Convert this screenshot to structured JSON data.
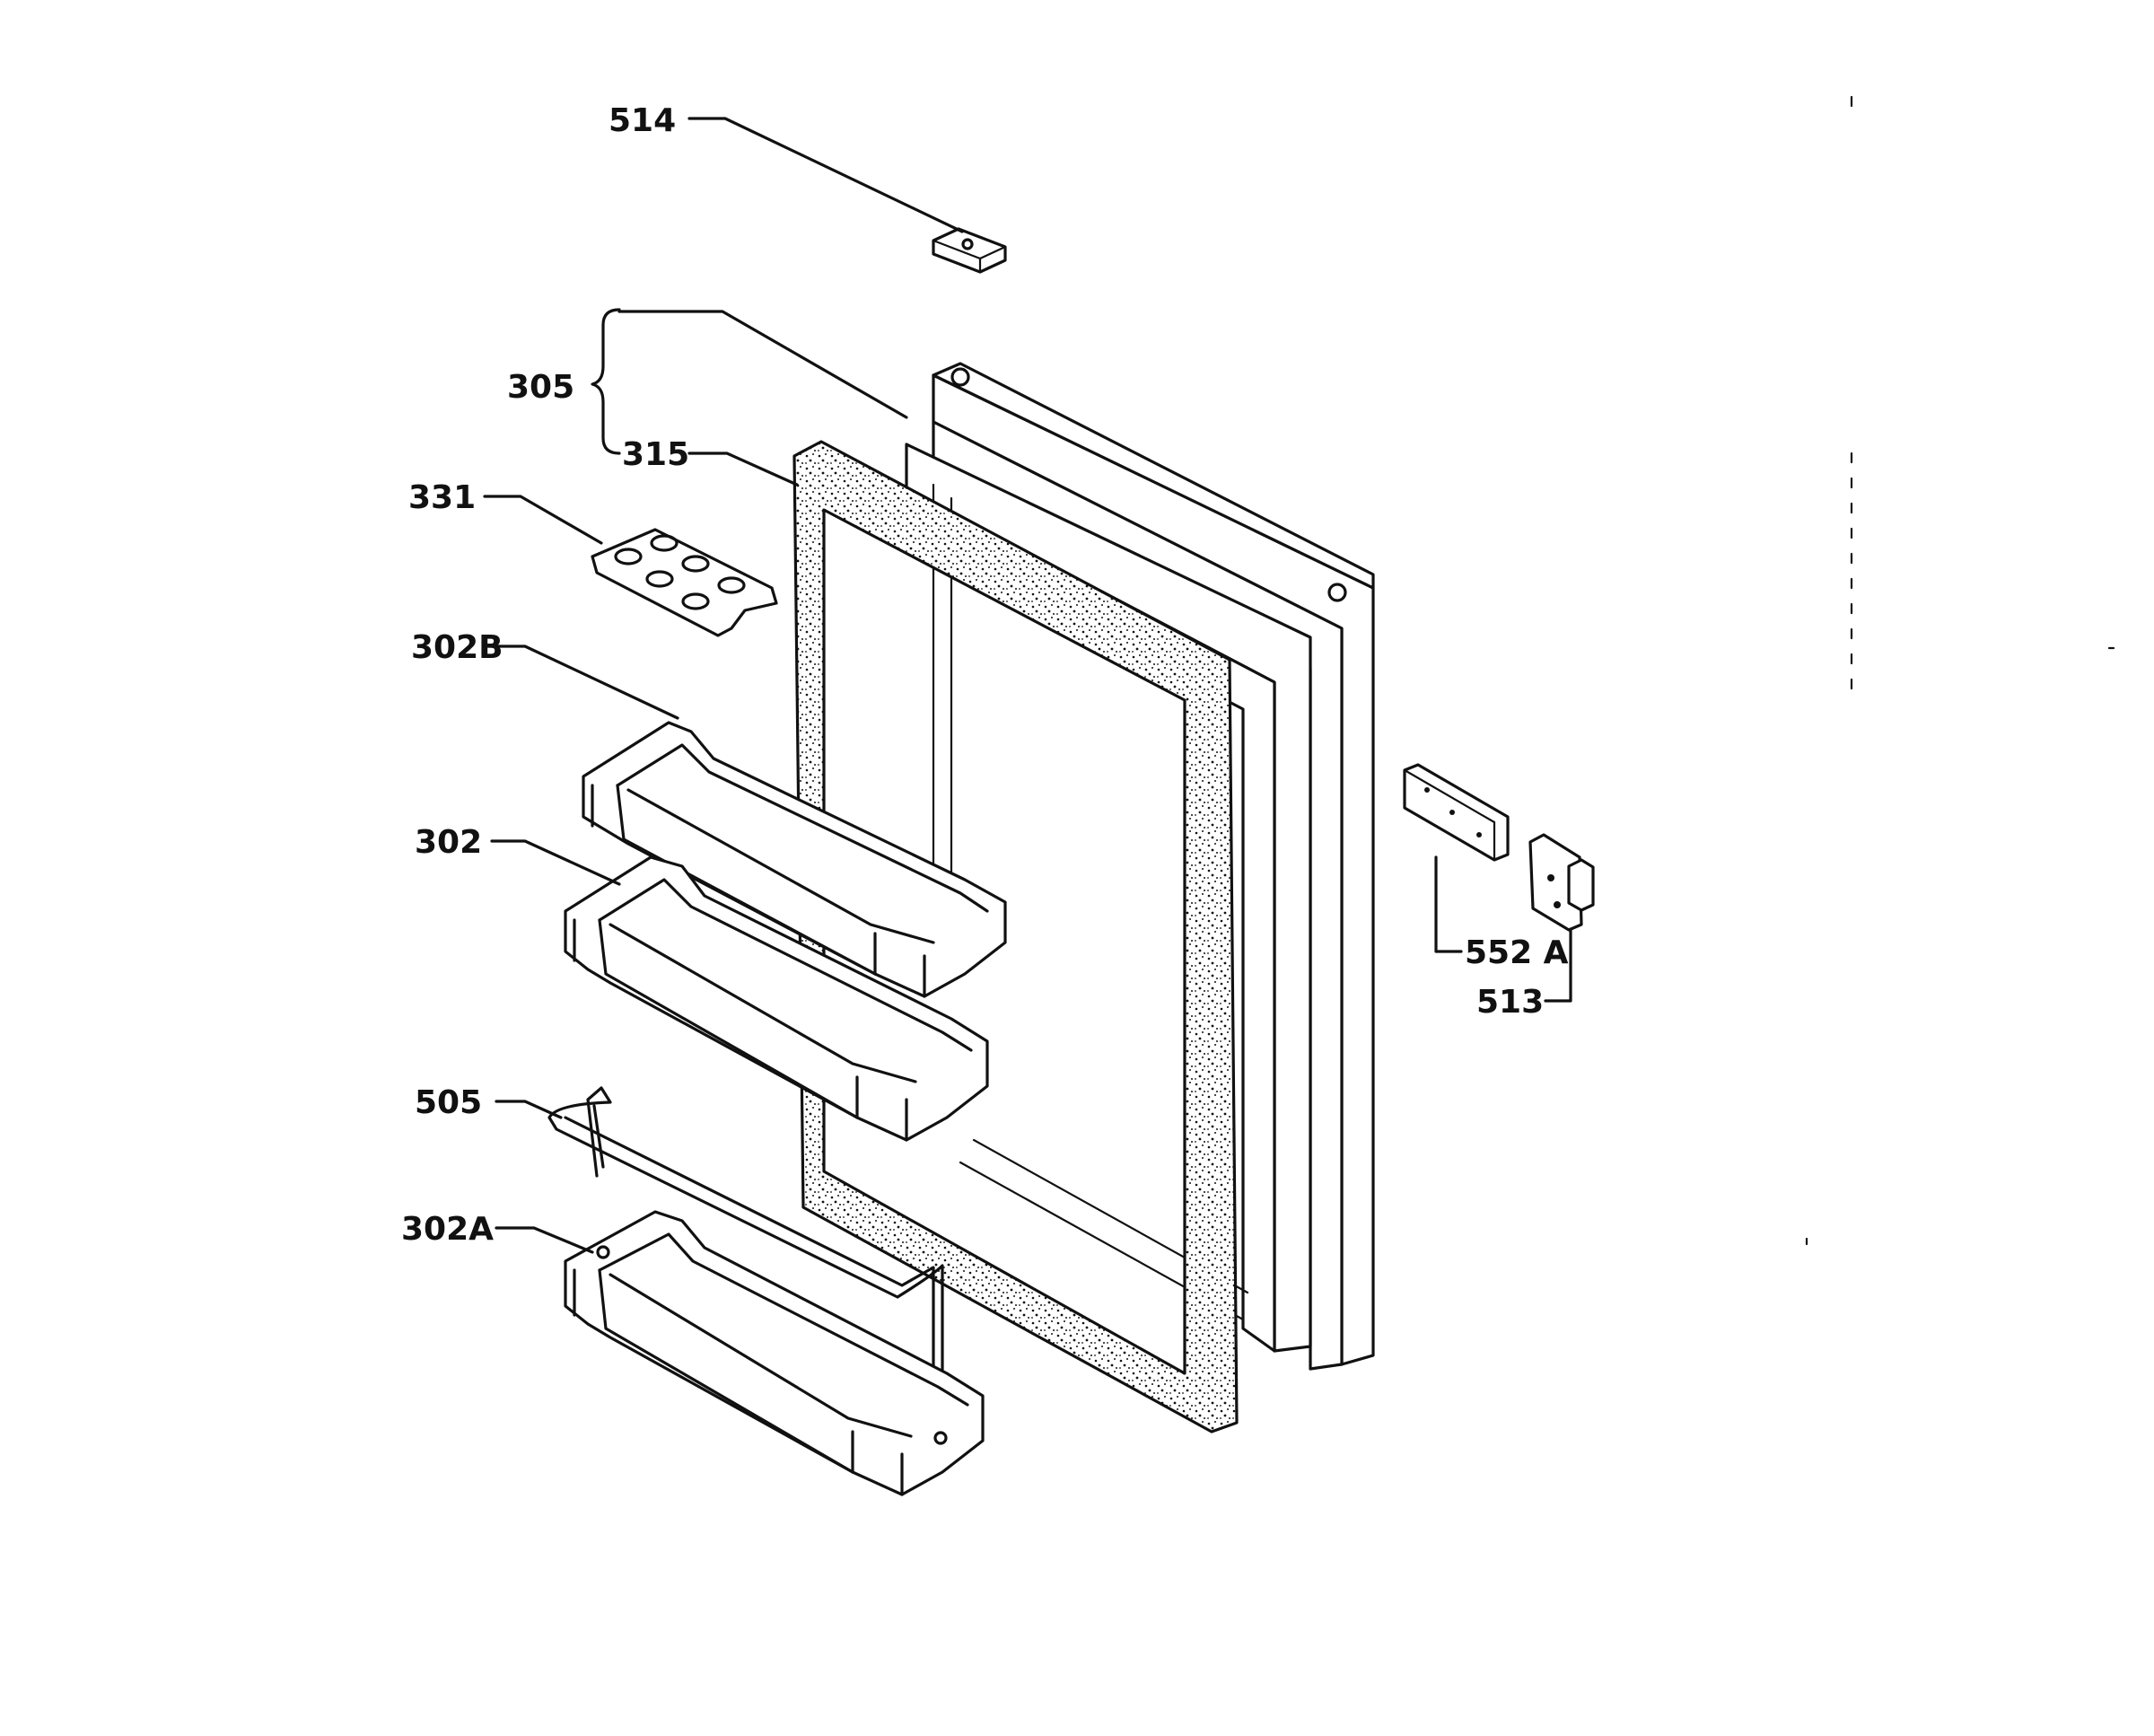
{
  "title": "",
  "labels": {
    "p514": "514",
    "p305": "305",
    "p315": "315",
    "p331": "331",
    "p302B": "302B",
    "p302": "302",
    "p505": "505",
    "p302A": "302A",
    "p552A": "552 A",
    "p513": "513"
  },
  "colors": {
    "ink": "#111111",
    "paper": "#ffffff"
  }
}
